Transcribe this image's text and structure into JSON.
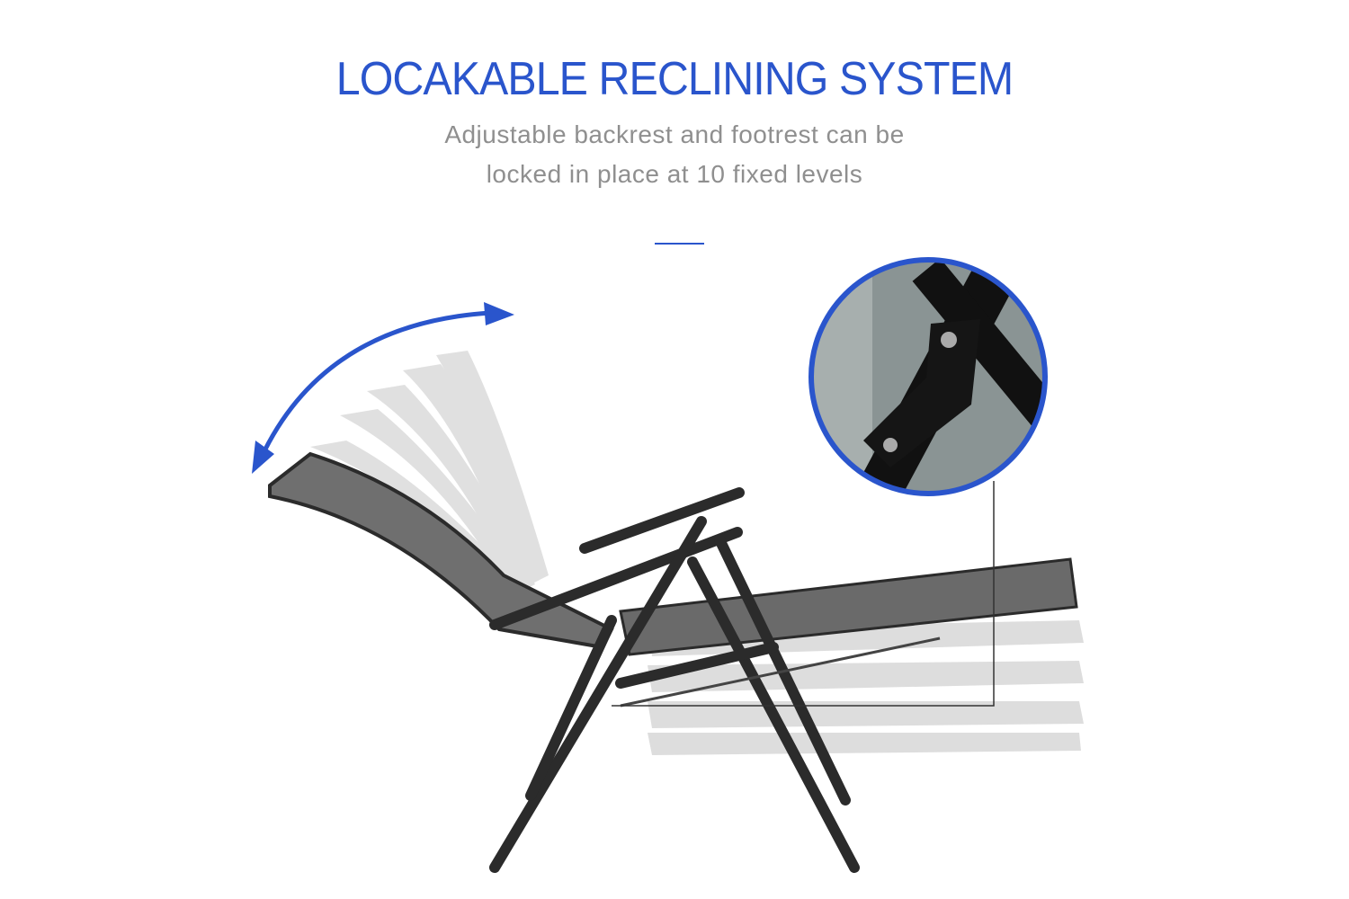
{
  "header": {
    "title": "LOCAKABLE RECLINING SYSTEM",
    "subtitle_line1": "Adjustable backrest and footrest can be",
    "subtitle_line2": "locked in place at 10 fixed levels"
  },
  "colors": {
    "accent": "#2a55cc",
    "subtitle": "#8f8f8f",
    "frame": "#2b2b2b",
    "fabric": "#6f6f6f"
  }
}
